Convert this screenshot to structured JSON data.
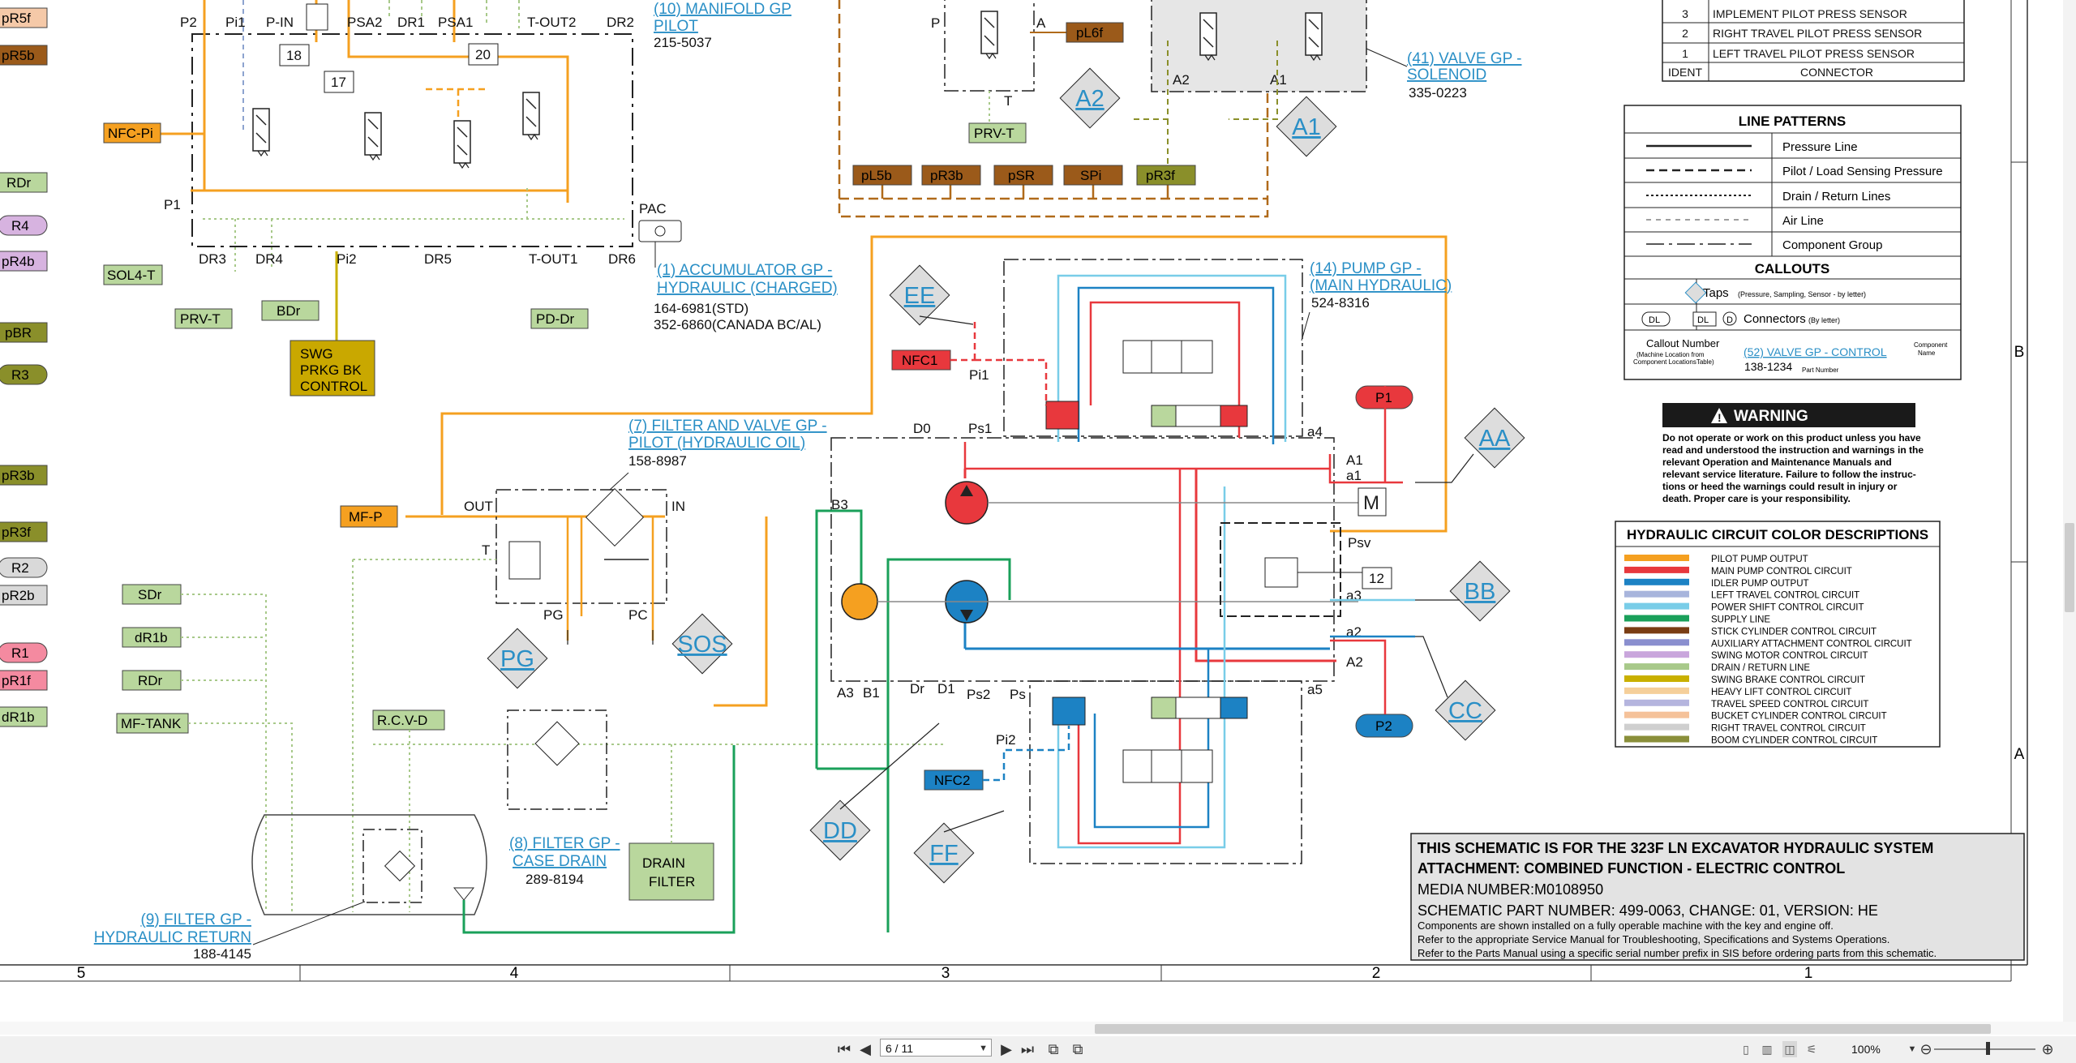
{
  "left_tags": [
    {
      "label": "pR5f",
      "bg": "#f5c9a8"
    },
    {
      "label": "pR5b",
      "bg": "#9b5a1a"
    },
    {
      "label": "RDr",
      "bg": "#b9d79d"
    },
    {
      "label": "R4",
      "bg": "#d7b3e0"
    },
    {
      "label": "pR4b",
      "bg": "#d7b3e0"
    },
    {
      "label": "pBR",
      "bg": "#8a8f2a"
    },
    {
      "label": "R3",
      "bg": "#8a8f2a"
    },
    {
      "label": "pR3b",
      "bg": "#8a8f2a"
    },
    {
      "label": "pR3f",
      "bg": "#8a8f2a"
    },
    {
      "label": "R2",
      "bg": "#d9d9d9"
    },
    {
      "label": "pR2b",
      "bg": "#d9d9d9"
    },
    {
      "label": "R1",
      "bg": "#f48aa0"
    },
    {
      "label": "pR1f",
      "bg": "#f48aa0"
    },
    {
      "label": "dR1b",
      "bg": "#b9d79d"
    }
  ],
  "port_labels": {
    "p2": "P2",
    "pi1": "Pi1",
    "pin": "P-IN",
    "psa2": "PSA2",
    "dr1": "DR1",
    "psa1": "PSA1",
    "tout2": "T-OUT2",
    "dr2": "DR2",
    "p1": "P1",
    "dr3": "DR3",
    "dr4": "DR4",
    "pi2": "Pi2",
    "dr5": "DR5",
    "tout1": "T-OUT1",
    "dr6": "DR6",
    "pac": "PAC",
    "out": "OUT",
    "in": "IN",
    "t": "T",
    "pg": "PG",
    "pc": "PC",
    "p": "P",
    "a": "A",
    "t2": "T",
    "a2": "A2",
    "a1": "A1",
    "d0": "D0",
    "ps1": "Ps1",
    "b3": "B3",
    "a3": "A3",
    "b1": "B1",
    "dr": "Dr",
    "d1": "D1",
    "ps2": "Ps2",
    "ps": "Ps",
    "pi1b": "Pi1",
    "pi2b": "Pi2",
    "a4": "a4",
    "a1l": "A1",
    "a1s": "a1",
    "psv": "Psv",
    "a3s": "a3",
    "a2s": "a2",
    "a2l": "A2",
    "a5": "a5"
  },
  "num_boxes": [
    "18",
    "17",
    "20",
    "12"
  ],
  "tags": {
    "nfc_pi": "NFC-Pi",
    "sol4t": "SOL4-T",
    "prvt": "PRV-T",
    "bdr": "BDr",
    "pddr": "PD-Dr",
    "swg": [
      "SWG",
      "PRKG BK",
      "CONTROL"
    ],
    "pl6f": "pL6f",
    "prvt2": "PRV-T",
    "pl5b": "pL5b",
    "pr3b": "pR3b",
    "psr": "pSR",
    "spi": "SPi",
    "pr3f": "pR3f",
    "nfc1": "NFC1",
    "nfc2": "NFC2",
    "mfp": "MF-P",
    "sdr": "SDr",
    "dr1b": "dR1b",
    "rdr": "RDr",
    "mftank": "MF-TANK",
    "rcvd": "R.C.V-D",
    "drain_filter": [
      "DRAIN",
      "FILTER"
    ],
    "p1": "P1",
    "p2": "P2"
  },
  "callouts": {
    "manifold": {
      "l1": "(10) MANIFOLD GP",
      "l2": "PILOT",
      "pn": "215-5037"
    },
    "valve_sol": {
      "l1": "(41) VALVE GP -",
      "l2": "SOLENOID",
      "pn": "335-0223"
    },
    "accum": {
      "l1": "(1) ACCUMULATOR GP -",
      "l2": "HYDRAULIC (CHARGED)",
      "pn1": "164-6981(STD)",
      "pn2": "352-6860(CANADA BC/AL)"
    },
    "pump": {
      "l1": "(14) PUMP GP -",
      "l2": "(MAIN HYDRAULIC)",
      "pn": "524-8316"
    },
    "filter_pilot": {
      "l1": "(7) FILTER AND VALVE GP -",
      "l2": "PILOT (HYDRAULIC OIL)",
      "pn": "158-8987"
    },
    "filter_case": {
      "l1": "(8) FILTER GP -",
      "l2": "CASE DRAIN",
      "pn": "289-8194"
    },
    "filter_ret": {
      "l1": "(9) FILTER GP -",
      "l2": "HYDRAULIC RETURN",
      "pn": "188-4145"
    }
  },
  "diamonds": [
    "A2",
    "A1",
    "EE",
    "AA",
    "BB",
    "CC",
    "PG",
    "SOS",
    "DD",
    "FF"
  ],
  "connector_table": {
    "rows": [
      {
        "ident": "3",
        "name": "IMPLEMENT PILOT PRESS SENSOR"
      },
      {
        "ident": "2",
        "name": "RIGHT TRAVEL PILOT PRESS SENSOR"
      },
      {
        "ident": "1",
        "name": "LEFT TRAVEL PILOT PRESS SENSOR"
      }
    ],
    "header_ident": "IDENT",
    "header_name": "CONNECTOR"
  },
  "line_patterns": {
    "title": "LINE PATTERNS",
    "items": [
      "Pressure Line",
      "Pilot / Load Sensing Pressure",
      "Drain / Return Lines",
      "Air Line",
      "Component Group"
    ],
    "callouts_title": "CALLOUTS",
    "taps": "Taps",
    "taps_note": "(Pressure, Sampling, Sensor - by letter)",
    "connectors": "Connectors",
    "connectors_note": "(By letter)",
    "conn_letters": [
      "DL",
      "DL",
      "D"
    ],
    "ex_callout": "Callout Number",
    "ex_callout_note1": "(Machine Location from",
    "ex_callout_note2": "Component LocationsTable)",
    "ex_link": "(52) VALVE GP - CONTROL",
    "ex_pn": "138-1234",
    "ex_pn_label": "Part Number",
    "ex_comp1": "Component",
    "ex_comp2": "Name"
  },
  "warning": {
    "title": "WARNING",
    "lines": [
      "Do not operate or work on this product unless you have",
      "read and understood the instruction and warnings in the",
      "relevant Operation and Maintenance Manuals and",
      "relevant service literature. Failure to follow the instruc-",
      "tions or heed the warnings could result in injury or",
      "death. Proper care is your responsibility."
    ]
  },
  "color_desc": {
    "title": "HYDRAULIC CIRCUIT COLOR DESCRIPTIONS",
    "items": [
      {
        "label": "PILOT PUMP OUTPUT",
        "color": "#f5a020"
      },
      {
        "label": "MAIN PUMP CONTROL CIRCUIT",
        "color": "#e8383d"
      },
      {
        "label": "IDLER PUMP OUTPUT",
        "color": "#1c82c4"
      },
      {
        "label": "LEFT TRAVEL CONTROL CIRCUIT",
        "color": "#a8b5dc"
      },
      {
        "label": "POWER SHIFT CONTROL CIRCUIT",
        "color": "#79cde8"
      },
      {
        "label": "SUPPLY LINE",
        "color": "#1aa05a"
      },
      {
        "label": "STICK CYLINDER CONTROL CIRCUIT",
        "color": "#7a3d14"
      },
      {
        "label": "AUXILIARY ATTACHMENT CONTROL CIRCUIT",
        "color": "#8a8fcf"
      },
      {
        "label": "SWING MOTOR CONTROL CIRCUIT",
        "color": "#c9a6dc"
      },
      {
        "label": "DRAIN / RETURN LINE",
        "color": "#a8c98a"
      },
      {
        "label": "SWING BRAKE CONTROL CIRCUIT",
        "color": "#c9b000"
      },
      {
        "label": "HEAVY LIFT CONTROL CIRCUIT",
        "color": "#f5cf9a"
      },
      {
        "label": "TRAVEL SPEED CONTROL CIRCUIT",
        "color": "#b5b5de"
      },
      {
        "label": "BUCKET CYLINDER CONTROL CIRCUIT",
        "color": "#f5c29a"
      },
      {
        "label": "RIGHT TRAVEL CONTROL CIRCUIT",
        "color": "#cfcfcf"
      },
      {
        "label": "BOOM CYLINDER CONTROL CIRCUIT",
        "color": "#8a8f3a"
      }
    ]
  },
  "title_block": {
    "l1": "THIS SCHEMATIC IS FOR THE 323F LN EXCAVATOR HYDRAULIC SYSTEM",
    "l2": "ATTACHMENT: COMBINED FUNCTION - ELECTRIC CONTROL",
    "l3": "MEDIA NUMBER:M0108950",
    "l4": "SCHEMATIC PART NUMBER: 499-0063, CHANGE: 01, VERSION: HE",
    "l5": "Components are shown installed on a fully operable machine with the key and engine off.",
    "l6": "Refer to the appropriate Service Manual for Troubleshooting, Specifications and Systems Operations.",
    "l7": "Refer to the Parts Manual using a specific serial number prefix in SIS before ordering parts from this schematic."
  },
  "grid": {
    "cols": [
      "5",
      "4",
      "3",
      "2",
      "1"
    ],
    "rows": [
      "B",
      "A"
    ]
  },
  "viewer": {
    "page": "6 / 11",
    "zoom": "100%"
  }
}
